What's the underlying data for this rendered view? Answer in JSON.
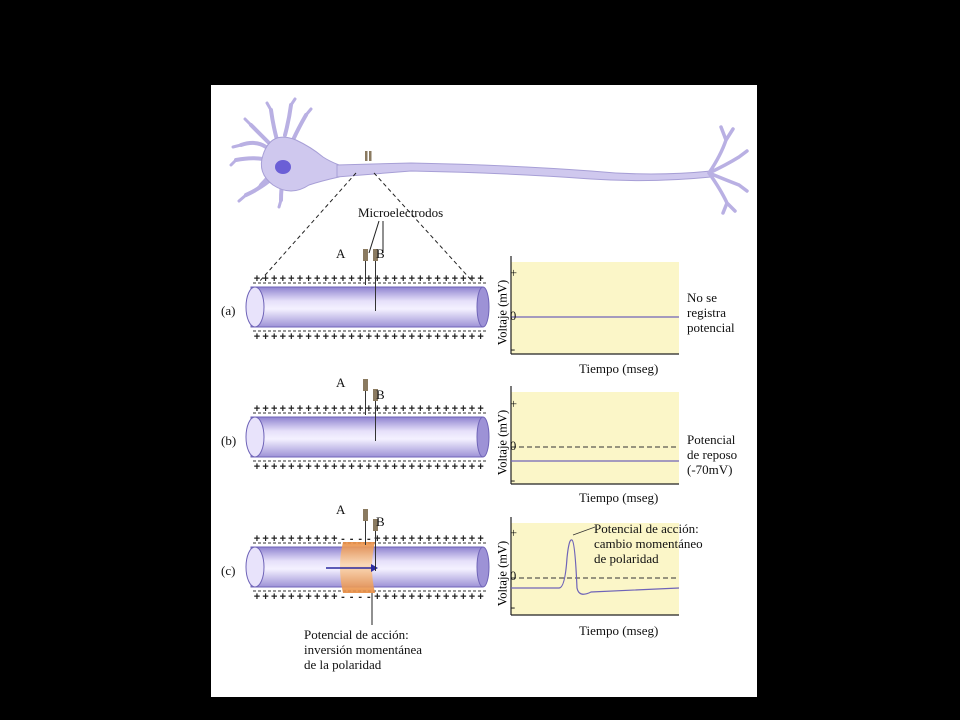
{
  "colors": {
    "background": "#000000",
    "figure_bg": "#ffffff",
    "neuron": "#c8c0e8",
    "nucleus": "#6b5fd6",
    "axon_fill": "#b9aee6",
    "graph_bg": "#fbf6c8",
    "depolarized": "#f0a060",
    "electrode": "#8a7a60"
  },
  "labels": {
    "microelectrodes": "Microelectrodos",
    "electrode_a": "A",
    "electrode_b": "B"
  },
  "panels": [
    {
      "id": "a",
      "tag": "(a)",
      "description": [
        "No se",
        "registra",
        "potencial"
      ],
      "ylabel": "Voltaje (mV)",
      "xlabel": "Tiempo (mseg)",
      "tick_plus": "+",
      "tick_zero": "0",
      "tick_minus": "-"
    },
    {
      "id": "b",
      "tag": "(b)",
      "description": [
        "Potencial",
        "de reposo",
        "(-70mV)"
      ],
      "ylabel": "Voltaje (mV)",
      "xlabel": "Tiempo (mseg)",
      "tick_plus": "+",
      "tick_zero": "0",
      "tick_minus": "-"
    },
    {
      "id": "c",
      "tag": "(c)",
      "description": [
        "Potencial de acción:",
        "cambio momentáneo",
        "de polaridad"
      ],
      "ylabel": "Voltaje (mV)",
      "xlabel": "Tiempo (mseg)",
      "tick_plus": "+",
      "tick_zero": "0",
      "tick_minus": "-",
      "axon_caption": [
        "Potencial de acción:",
        "inversión momentánea",
        "de la polaridad"
      ]
    }
  ],
  "membrane_signs": {
    "outside_resting": "+",
    "inside_resting": "-"
  }
}
